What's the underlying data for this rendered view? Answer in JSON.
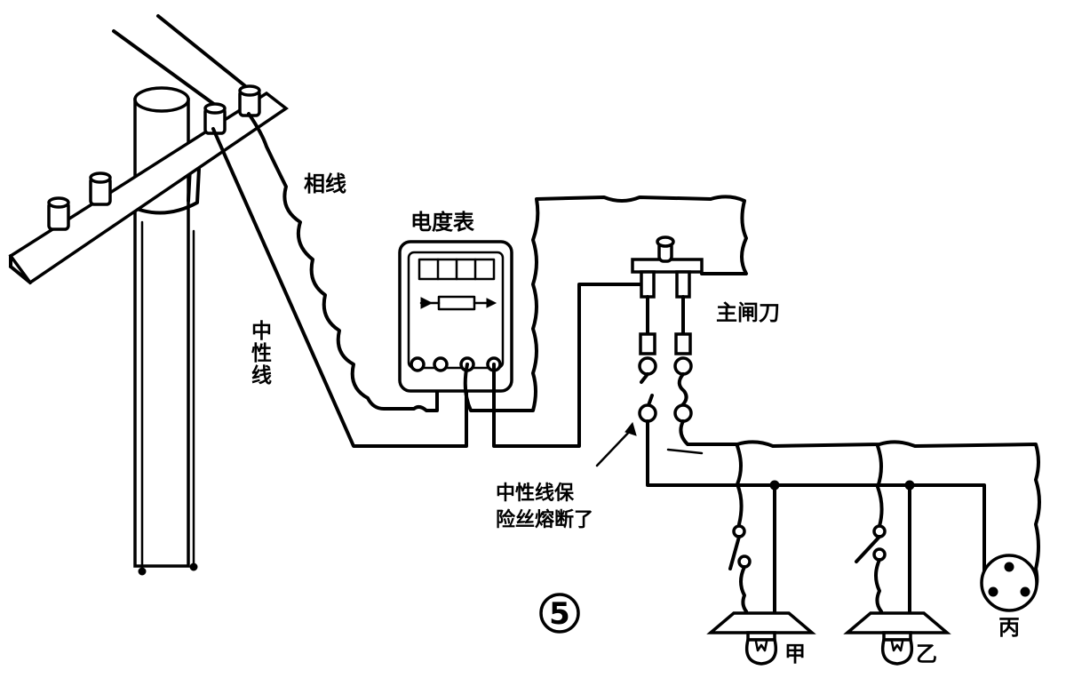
{
  "labels": {
    "phase_wire": "相线",
    "neutral_wire_chars": [
      "中",
      "性",
      "线"
    ],
    "meter": "电度表",
    "main_switch": "主闸刀",
    "fuse_note_line1": "中性线保",
    "fuse_note_line2": "险丝熔断了",
    "lamp_a": "甲",
    "lamp_b": "乙",
    "socket_c": "丙",
    "figure_number": "5"
  }
}
